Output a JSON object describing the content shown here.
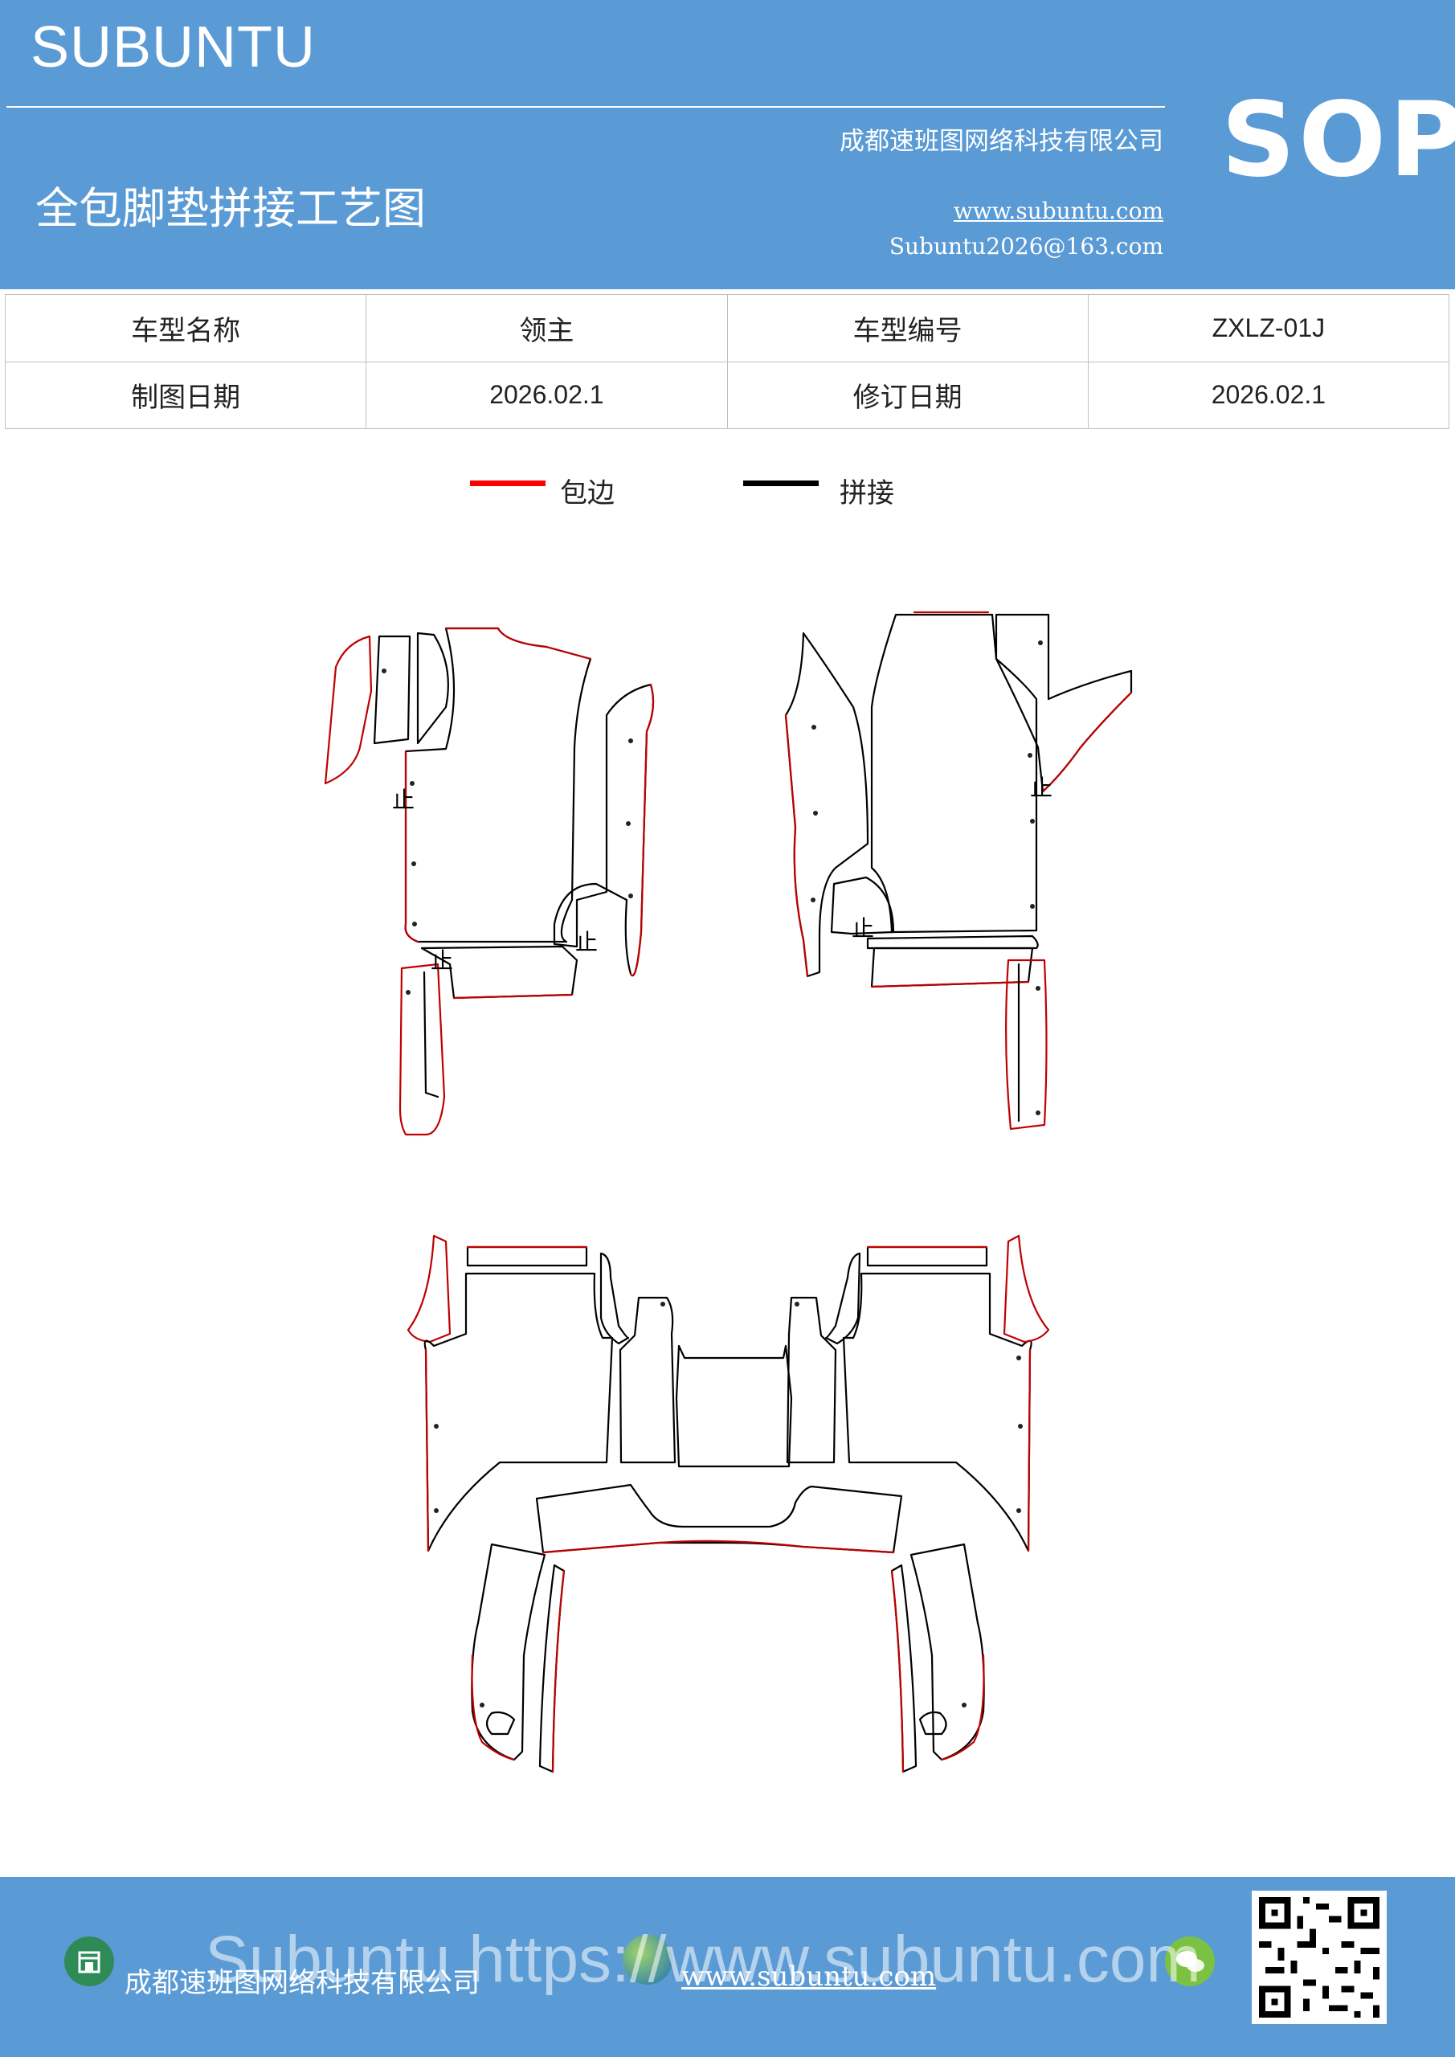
{
  "header": {
    "brand": "SUBUNTU",
    "company": "成都速班图网络科技有限公司",
    "title": "全包脚垫拼接工艺图",
    "website": "www.subuntu.com",
    "email": "Subuntu2026@163.com",
    "badge": "SOP"
  },
  "info_table": {
    "rows": [
      [
        {
          "text": "车型名称"
        },
        {
          "text": "领主"
        },
        {
          "text": "车型编号"
        },
        {
          "text": "ZXLZ-01J"
        }
      ],
      [
        {
          "text": "制图日期"
        },
        {
          "text": "2026.02.1"
        },
        {
          "text": "修订日期"
        },
        {
          "text": "2026.02.1"
        }
      ]
    ]
  },
  "legend": {
    "items": [
      {
        "label": "包边",
        "color": "#ff0000"
      },
      {
        "label": "拼接",
        "color": "#000000"
      }
    ]
  },
  "diagram": {
    "stop_mark": "止",
    "edge_color": "#c00000",
    "seam_color": "#000000"
  },
  "footer": {
    "company": "成都速班图网络科技有限公司",
    "website": "www.subuntu.com",
    "watermark": "Subuntu https://www.subuntu.com",
    "icons": [
      "building-icon",
      "globe-icon",
      "wechat-icon",
      "qr-code"
    ]
  }
}
